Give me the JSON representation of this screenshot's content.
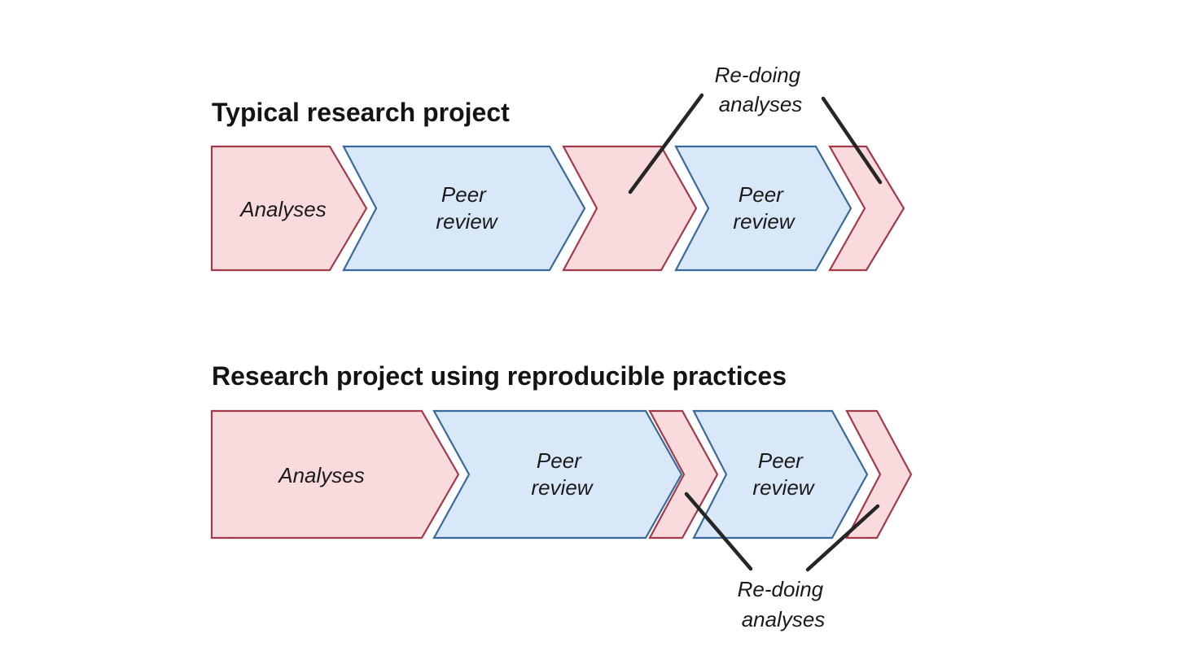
{
  "colors": {
    "analyses_fill": "#f9dbde",
    "analyses_stroke": "#a13b4b",
    "peer_review_fill": "#d9e8f8",
    "peer_review_stroke": "#386a9c",
    "annotation_line": "#262626",
    "text": "#141414",
    "background": "#ffffff"
  },
  "typical": {
    "title": "Typical research project",
    "steps": [
      {
        "name": "analyses",
        "lines": [
          "Analyses"
        ]
      },
      {
        "name": "peer-review-1",
        "lines": [
          "Peer",
          "review"
        ]
      },
      {
        "name": "redo-analyses-1",
        "lines": []
      },
      {
        "name": "peer-review-2",
        "lines": [
          "Peer",
          "review"
        ]
      },
      {
        "name": "redo-analyses-2",
        "lines": []
      }
    ],
    "annotation": {
      "lines": [
        "Re-doing",
        "analyses"
      ]
    }
  },
  "reproducible": {
    "title": "Research project using reproducible practices",
    "steps": [
      {
        "name": "analyses",
        "lines": [
          "Analyses"
        ]
      },
      {
        "name": "peer-review-1",
        "lines": [
          "Peer",
          "review"
        ]
      },
      {
        "name": "redo-analyses-1",
        "lines": []
      },
      {
        "name": "peer-review-2",
        "lines": [
          "Peer",
          "review"
        ]
      },
      {
        "name": "redo-analyses-2",
        "lines": []
      }
    ],
    "annotation": {
      "lines": [
        "Re-doing",
        "analyses"
      ]
    }
  }
}
